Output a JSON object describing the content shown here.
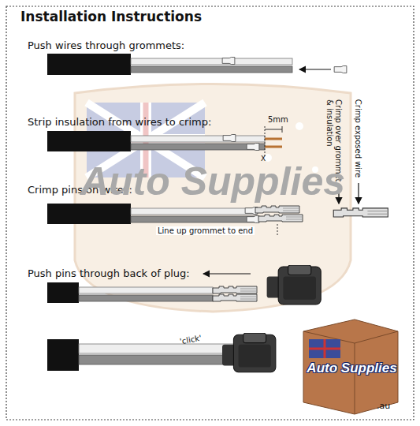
{
  "diagram": {
    "title": "Installation Instructions",
    "labels": [
      "Push wires through grommets:",
      "Strip insulation from wires to crimp:",
      "5mm",
      "X",
      "Crimp exposed wire",
      "Crimp over grommet & insulation",
      "Crimp pins on wires:",
      "Line up grommet to end",
      "Push pins through back of plug:",
      "'click'",
      "Auto Supplies",
      "Auto Supplies",
      ".au"
    ]
  }
}
